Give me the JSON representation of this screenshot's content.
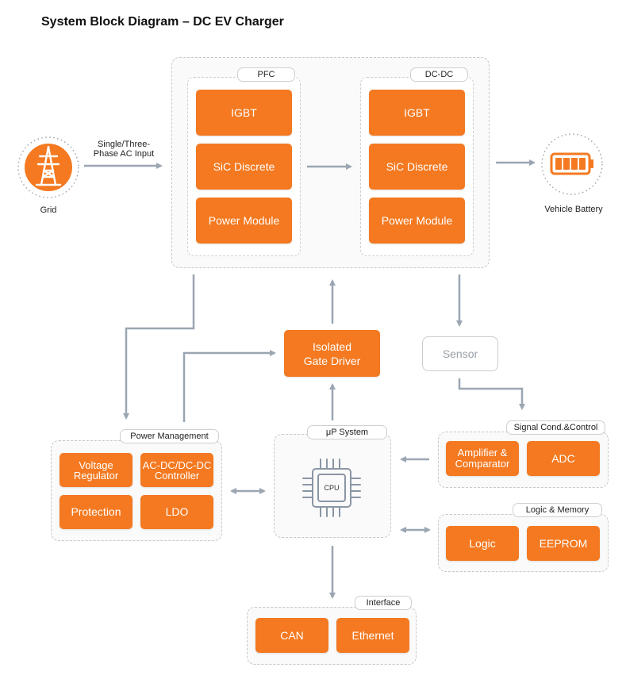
{
  "title": "System Block Diagram – DC EV Charger",
  "grid": {
    "label": "Grid",
    "icon": "power-tower-icon"
  },
  "ac_input_label": "Single/Three-\nPhase AC Input",
  "battery": {
    "label": "Vehicle Battery",
    "icon": "battery-icon"
  },
  "pfc": {
    "tag": "PFC",
    "blocks": [
      "IGBT",
      "SiC Discrete",
      "Power Module"
    ]
  },
  "dcdc": {
    "tag": "DC-DC",
    "blocks": [
      "IGBT",
      "SiC Discrete",
      "Power Module"
    ]
  },
  "gate_driver": "Isolated\nGate Driver",
  "sensor": "Sensor",
  "power_management": {
    "tag": "Power Management",
    "blocks": [
      "Voltage\nRegulator",
      "AC-DC/DC-DC\nController",
      "Protection",
      "LDO"
    ]
  },
  "up_system": {
    "tag": "μP System",
    "cpu_label": "CPU"
  },
  "signal_cond": {
    "tag": "Signal Cond.&Control",
    "blocks": [
      "Amplifier &\nComparator",
      "ADC"
    ]
  },
  "logic_memory": {
    "tag": "Logic & Memory",
    "blocks": [
      "Logic",
      "EEPROM"
    ]
  },
  "interface": {
    "tag": "Interface",
    "blocks": [
      "CAN",
      "Ethernet"
    ]
  },
  "colors": {
    "accent": "#f47920",
    "connector": "#9aa6b2"
  }
}
